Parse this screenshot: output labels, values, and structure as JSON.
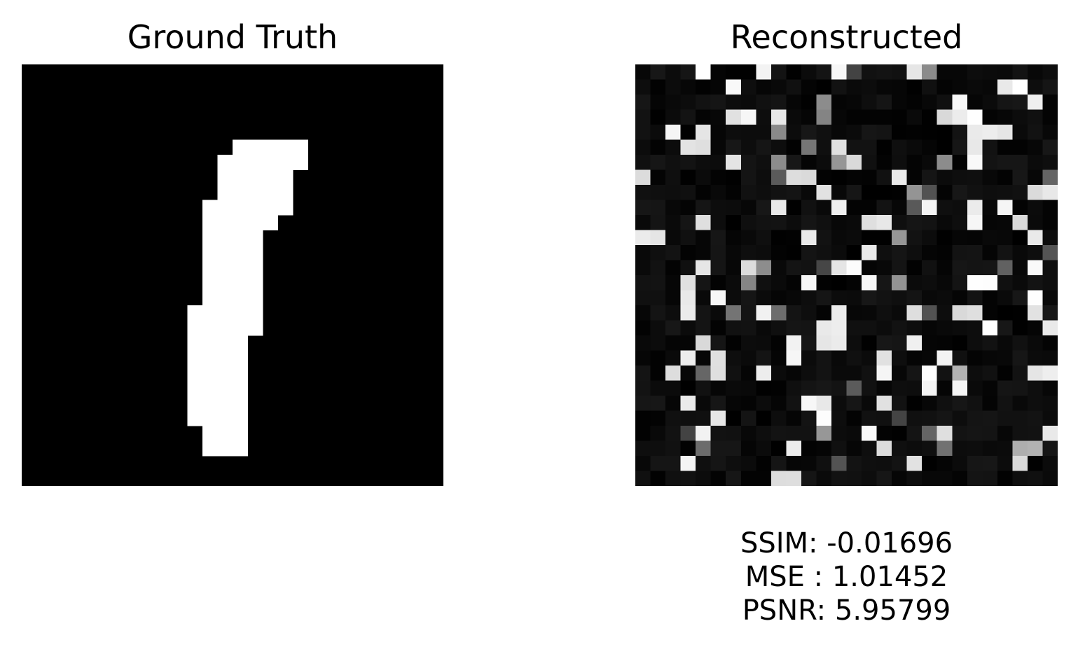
{
  "chart_data": [
    {
      "type": "heatmap",
      "title": "Ground Truth",
      "grid_size": [
        28,
        28
      ],
      "value_range": [
        0,
        1
      ],
      "colormap": "gray",
      "axes_visible": false,
      "foreground_cells": [
        [
          5,
          14
        ],
        [
          5,
          15
        ],
        [
          5,
          16
        ],
        [
          5,
          17
        ],
        [
          5,
          18
        ],
        [
          6,
          13
        ],
        [
          6,
          14
        ],
        [
          6,
          15
        ],
        [
          6,
          16
        ],
        [
          6,
          17
        ],
        [
          6,
          18
        ],
        [
          7,
          13
        ],
        [
          7,
          14
        ],
        [
          7,
          15
        ],
        [
          7,
          16
        ],
        [
          7,
          17
        ],
        [
          8,
          13
        ],
        [
          8,
          14
        ],
        [
          8,
          15
        ],
        [
          8,
          16
        ],
        [
          8,
          17
        ],
        [
          9,
          12
        ],
        [
          9,
          13
        ],
        [
          9,
          14
        ],
        [
          9,
          15
        ],
        [
          9,
          16
        ],
        [
          9,
          17
        ],
        [
          10,
          12
        ],
        [
          10,
          13
        ],
        [
          10,
          14
        ],
        [
          10,
          15
        ],
        [
          10,
          16
        ],
        [
          11,
          12
        ],
        [
          11,
          13
        ],
        [
          11,
          14
        ],
        [
          11,
          15
        ],
        [
          12,
          12
        ],
        [
          12,
          13
        ],
        [
          12,
          14
        ],
        [
          12,
          15
        ],
        [
          13,
          12
        ],
        [
          13,
          13
        ],
        [
          13,
          14
        ],
        [
          13,
          15
        ],
        [
          14,
          12
        ],
        [
          14,
          13
        ],
        [
          14,
          14
        ],
        [
          14,
          15
        ],
        [
          15,
          12
        ],
        [
          15,
          13
        ],
        [
          15,
          14
        ],
        [
          15,
          15
        ],
        [
          16,
          11
        ],
        [
          16,
          12
        ],
        [
          16,
          13
        ],
        [
          16,
          14
        ],
        [
          16,
          15
        ],
        [
          17,
          11
        ],
        [
          17,
          12
        ],
        [
          17,
          13
        ],
        [
          17,
          14
        ],
        [
          17,
          15
        ],
        [
          18,
          11
        ],
        [
          18,
          12
        ],
        [
          18,
          13
        ],
        [
          18,
          14
        ],
        [
          19,
          11
        ],
        [
          19,
          12
        ],
        [
          19,
          13
        ],
        [
          19,
          14
        ],
        [
          20,
          11
        ],
        [
          20,
          12
        ],
        [
          20,
          13
        ],
        [
          20,
          14
        ],
        [
          21,
          11
        ],
        [
          21,
          12
        ],
        [
          21,
          13
        ],
        [
          21,
          14
        ],
        [
          22,
          11
        ],
        [
          22,
          12
        ],
        [
          22,
          13
        ],
        [
          22,
          14
        ],
        [
          23,
          11
        ],
        [
          23,
          12
        ],
        [
          23,
          13
        ],
        [
          23,
          14
        ],
        [
          24,
          12
        ],
        [
          24,
          13
        ],
        [
          24,
          14
        ],
        [
          25,
          12
        ],
        [
          25,
          13
        ],
        [
          25,
          14
        ]
      ]
    },
    {
      "type": "heatmap",
      "title": "Reconstructed",
      "grid_size": [
        28,
        28
      ],
      "value_range": [
        0,
        1
      ],
      "colormap": "gray",
      "axes_visible": false,
      "description_of_values": "noisy near-zero background with scattered bright pixels",
      "seed": 7,
      "fill_fraction_bright": 0.13,
      "fill_fraction_mid": 0.05,
      "annotations": [
        "SSIM: -0.01696",
        "MSE : 1.01452",
        "PSNR: 5.95799"
      ]
    }
  ]
}
